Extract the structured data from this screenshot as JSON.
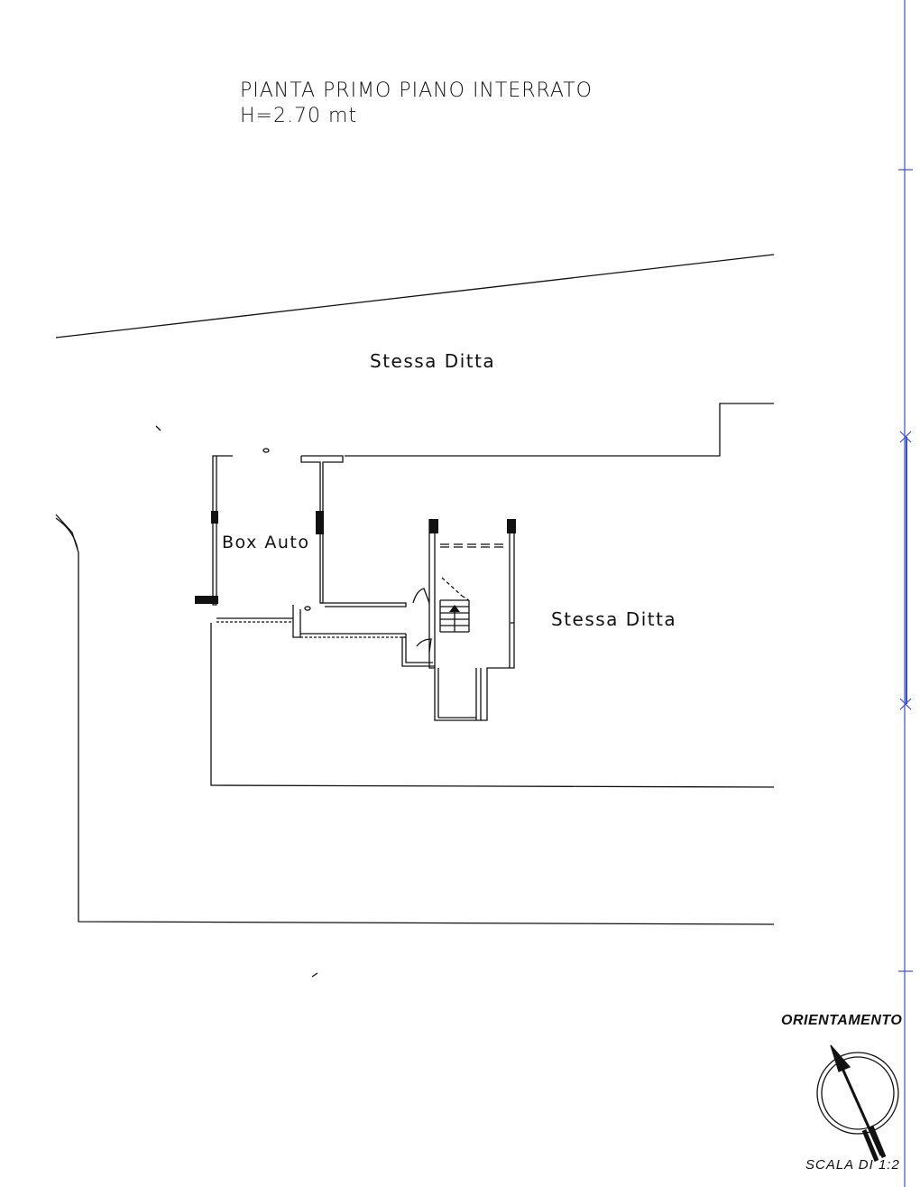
{
  "plan": {
    "title_line1": "PIANTA  PRIMO  PIANO  INTERRATO",
    "title_line2": "H=2.70  mt"
  },
  "labels": {
    "neighbour_top": "Stessa  Ditta",
    "garage": "Box Auto",
    "neighbour_right": "Stessa  Ditta"
  },
  "legend": {
    "orientation": "ORIENTAMENTO",
    "scale": "SCALA DI 1:2"
  },
  "colors": {
    "line": "#111111",
    "margin_rule": "#3a4fd0"
  }
}
